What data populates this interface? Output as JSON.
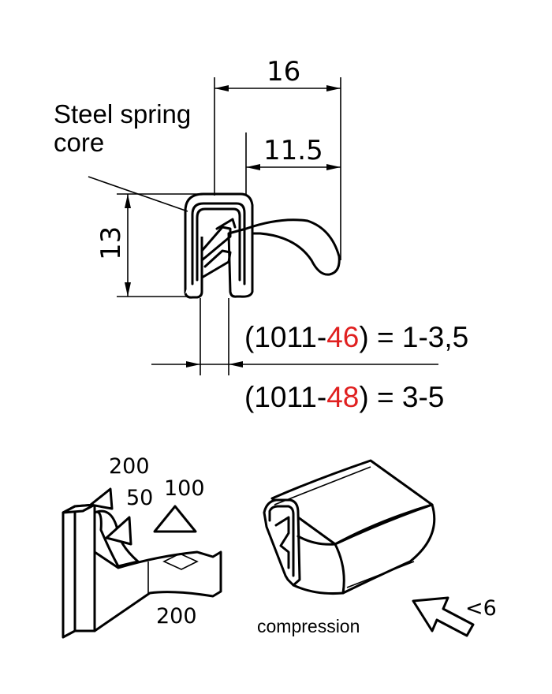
{
  "labels": {
    "steel_core_line1": "Steel spring",
    "steel_core_line2": "core",
    "dim_width": "16",
    "dim_lip": "11.5",
    "dim_height": "13",
    "grip_46_prefix": "(1011-",
    "grip_46_code": "46",
    "grip_46_suffix": ") = 1-3,5",
    "grip_48_prefix": "(1011-",
    "grip_48_code": "48",
    "grip_48_suffix": ") = 3-5",
    "force_200_top": "200",
    "force_50": "50",
    "force_100": "100",
    "force_200_bottom": "200",
    "compression": "compression",
    "compression_value": "<6"
  },
  "colors": {
    "line": "#000000",
    "code_highlight": "#e02020"
  },
  "icons": {
    "force_arrows": "triangle-arrow-icon",
    "compression_arrow": "arrow-icon"
  }
}
